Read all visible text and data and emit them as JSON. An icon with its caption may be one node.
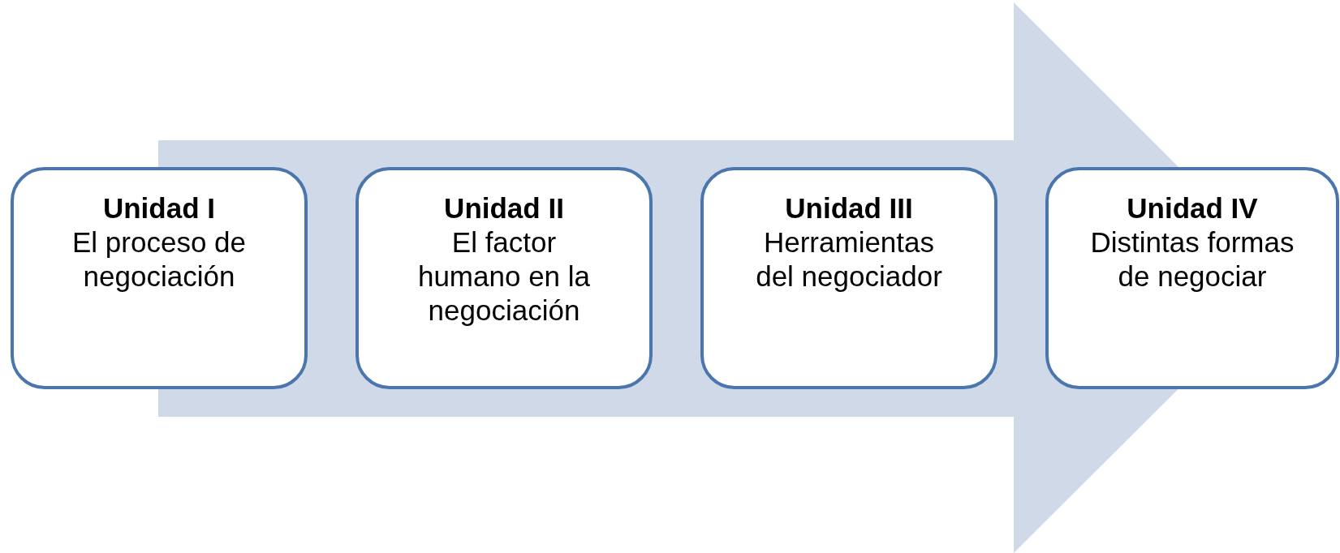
{
  "diagram": {
    "nodes": [
      {
        "text": [
          "Unidad I",
          "El proceso de negociación"
        ]
      },
      {
        "text": [
          "Unidad II",
          "El factor humano en la negociación"
        ]
      },
      {
        "text": [
          "Unidad III",
          "Herramientas del negociador"
        ]
      },
      {
        "text": [
          "Unidad IV",
          "Distintas formas de negociar"
        ]
      }
    ],
    "edges": [
      {
        "from": 0,
        "to": 3,
        "arrow": "to"
      }
    ]
  }
}
